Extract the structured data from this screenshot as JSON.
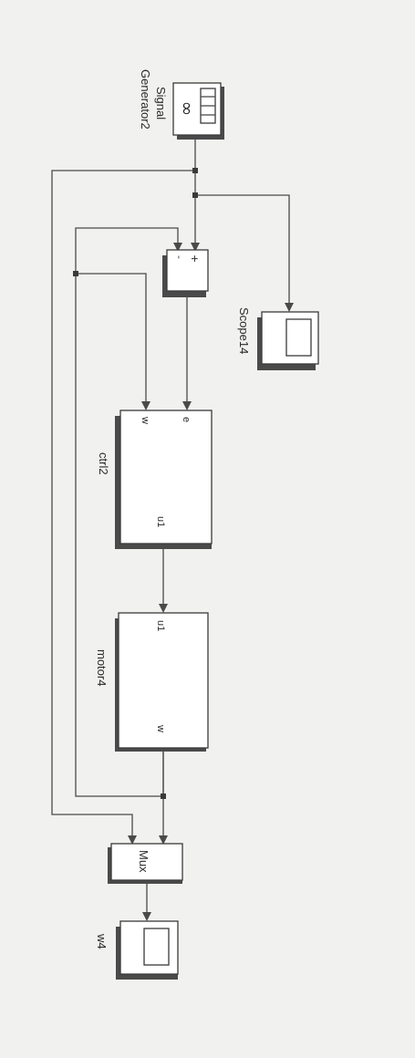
{
  "blocks": {
    "signal_generator": {
      "label_line1": "Signal",
      "label_line2": "Generator2"
    },
    "scope14": {
      "label": "Scope14"
    },
    "sum": {
      "minus": "-",
      "plus": "+"
    },
    "ctrl2": {
      "label": "ctrl2",
      "port_w": "w",
      "port_e": "e",
      "port_u1": "u1"
    },
    "motor4": {
      "label": "motor4",
      "port_u1": "u1",
      "port_w": "w"
    },
    "mux": {
      "label": "Mux"
    },
    "w4": {
      "label": "w4"
    }
  },
  "colors": {
    "background": "#f1f1ef",
    "line": "#4a4a4a",
    "block_fill": "#ffffff"
  }
}
